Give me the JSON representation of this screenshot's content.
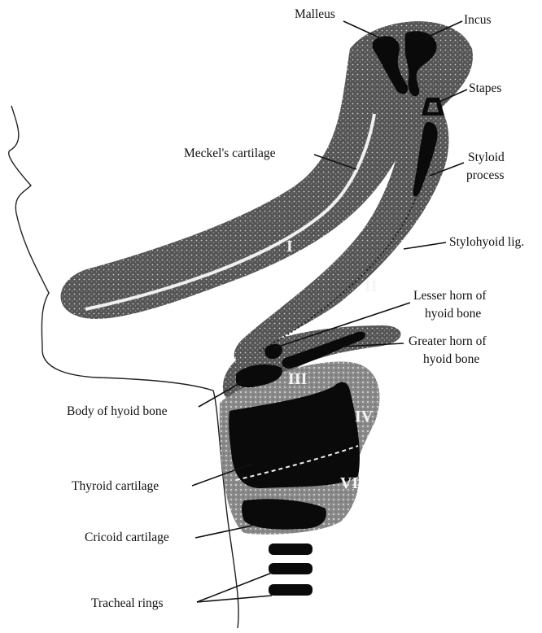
{
  "figure": {
    "labels": {
      "malleus": "Malleus",
      "incus": "Incus",
      "stapes": "Stapes",
      "meckels_cartilage": "Meckel's cartilage",
      "styloid_process_line1": "Styloid",
      "styloid_process_line2": "process",
      "stylohyoid_lig": "Stylohyoid lig.",
      "lesser_horn_line1": "Lesser horn of",
      "lesser_horn_line2": "hyoid bone",
      "greater_horn_line1": "Greater horn of",
      "greater_horn_line2": "hyoid bone",
      "body_of_hyoid": "Body of hyoid bone",
      "thyroid_cartilage": "Thyroid cartilage",
      "cricoid_cartilage": "Cricoid cartilage",
      "tracheal_rings": "Tracheal rings"
    },
    "arch_numerals": {
      "arch_1": "I",
      "arch_2": "II",
      "arch_3": "III",
      "arch_4": "IV",
      "arch_6": "VI"
    }
  }
}
